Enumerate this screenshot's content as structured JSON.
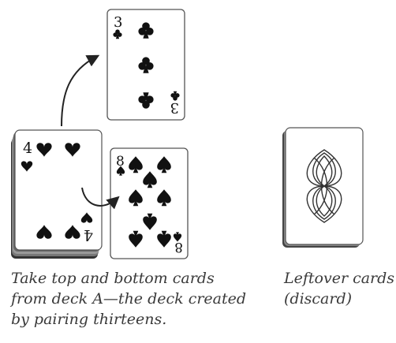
{
  "cards": {
    "top_card": {
      "rank": "3",
      "suit": "clubs",
      "color": "#111111"
    },
    "deck_front": {
      "rank": "4",
      "suit": "hearts",
      "color": "#111111"
    },
    "bottom_card": {
      "rank": "8",
      "suit": "spades",
      "color": "#111111"
    }
  },
  "leftover_deck": {
    "back_pattern": "looped-knot"
  },
  "captions": {
    "left": [
      "Take top and bottom cards",
      "from deck A—the deck created",
      "by pairing thirteens."
    ],
    "right": [
      "Leftover cards",
      "(discard)"
    ]
  },
  "colors": {
    "ink": "#111111",
    "text": "#3a3a3a",
    "card_edge": "#555555"
  }
}
